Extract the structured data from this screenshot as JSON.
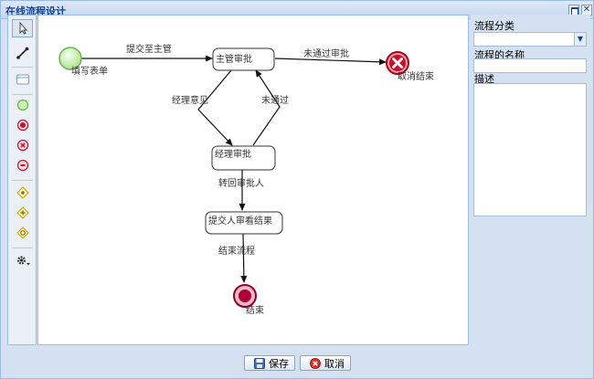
{
  "window": {
    "title": "在线流程设计",
    "icons": [
      "maximize-icon",
      "close-icon"
    ]
  },
  "palette": {
    "tools": [
      {
        "name": "pointer-icon"
      },
      {
        "name": "connector-icon"
      },
      {
        "name": "task-icon"
      },
      {
        "name": "start-event-icon",
        "color": "#7dc95e"
      },
      {
        "name": "end-event-icon",
        "color": "#c8102e"
      },
      {
        "name": "error-end-event-icon",
        "color": "#c8102e"
      },
      {
        "name": "cancel-end-event-icon",
        "color": "#c8102e"
      },
      {
        "name": "gateway-icon",
        "color": "#e8c600"
      },
      {
        "name": "parallel-gateway-icon",
        "color": "#e8c600"
      },
      {
        "name": "inclusive-gateway-icon",
        "color": "#e8c600"
      },
      {
        "name": "settings-gear-icon"
      }
    ]
  },
  "diagram": {
    "nodes": {
      "start": {
        "label": "填写表单",
        "color": "#8fd86a"
      },
      "manager_review": {
        "label": "主管审批"
      },
      "cancel_end": {
        "label": "取消结束",
        "color": "#c8102e"
      },
      "director_review": {
        "label": "经理审批"
      },
      "submitter_view": {
        "label": "提交人审看结果"
      },
      "end": {
        "label": "结束",
        "color": "#b0003a"
      }
    },
    "edges": {
      "submit": "提交至主管",
      "rejected": "未通过审批",
      "opinion": "经理意见",
      "not_passed": "未通过",
      "return": "转回审批人",
      "finish": "结束流程"
    }
  },
  "properties": {
    "category_label": "流程分类",
    "category_value": "",
    "name_label": "流程的名称",
    "name_value": "",
    "desc_label": "描述",
    "desc_value": ""
  },
  "footer": {
    "save_label": "保存",
    "cancel_label": "取消"
  }
}
